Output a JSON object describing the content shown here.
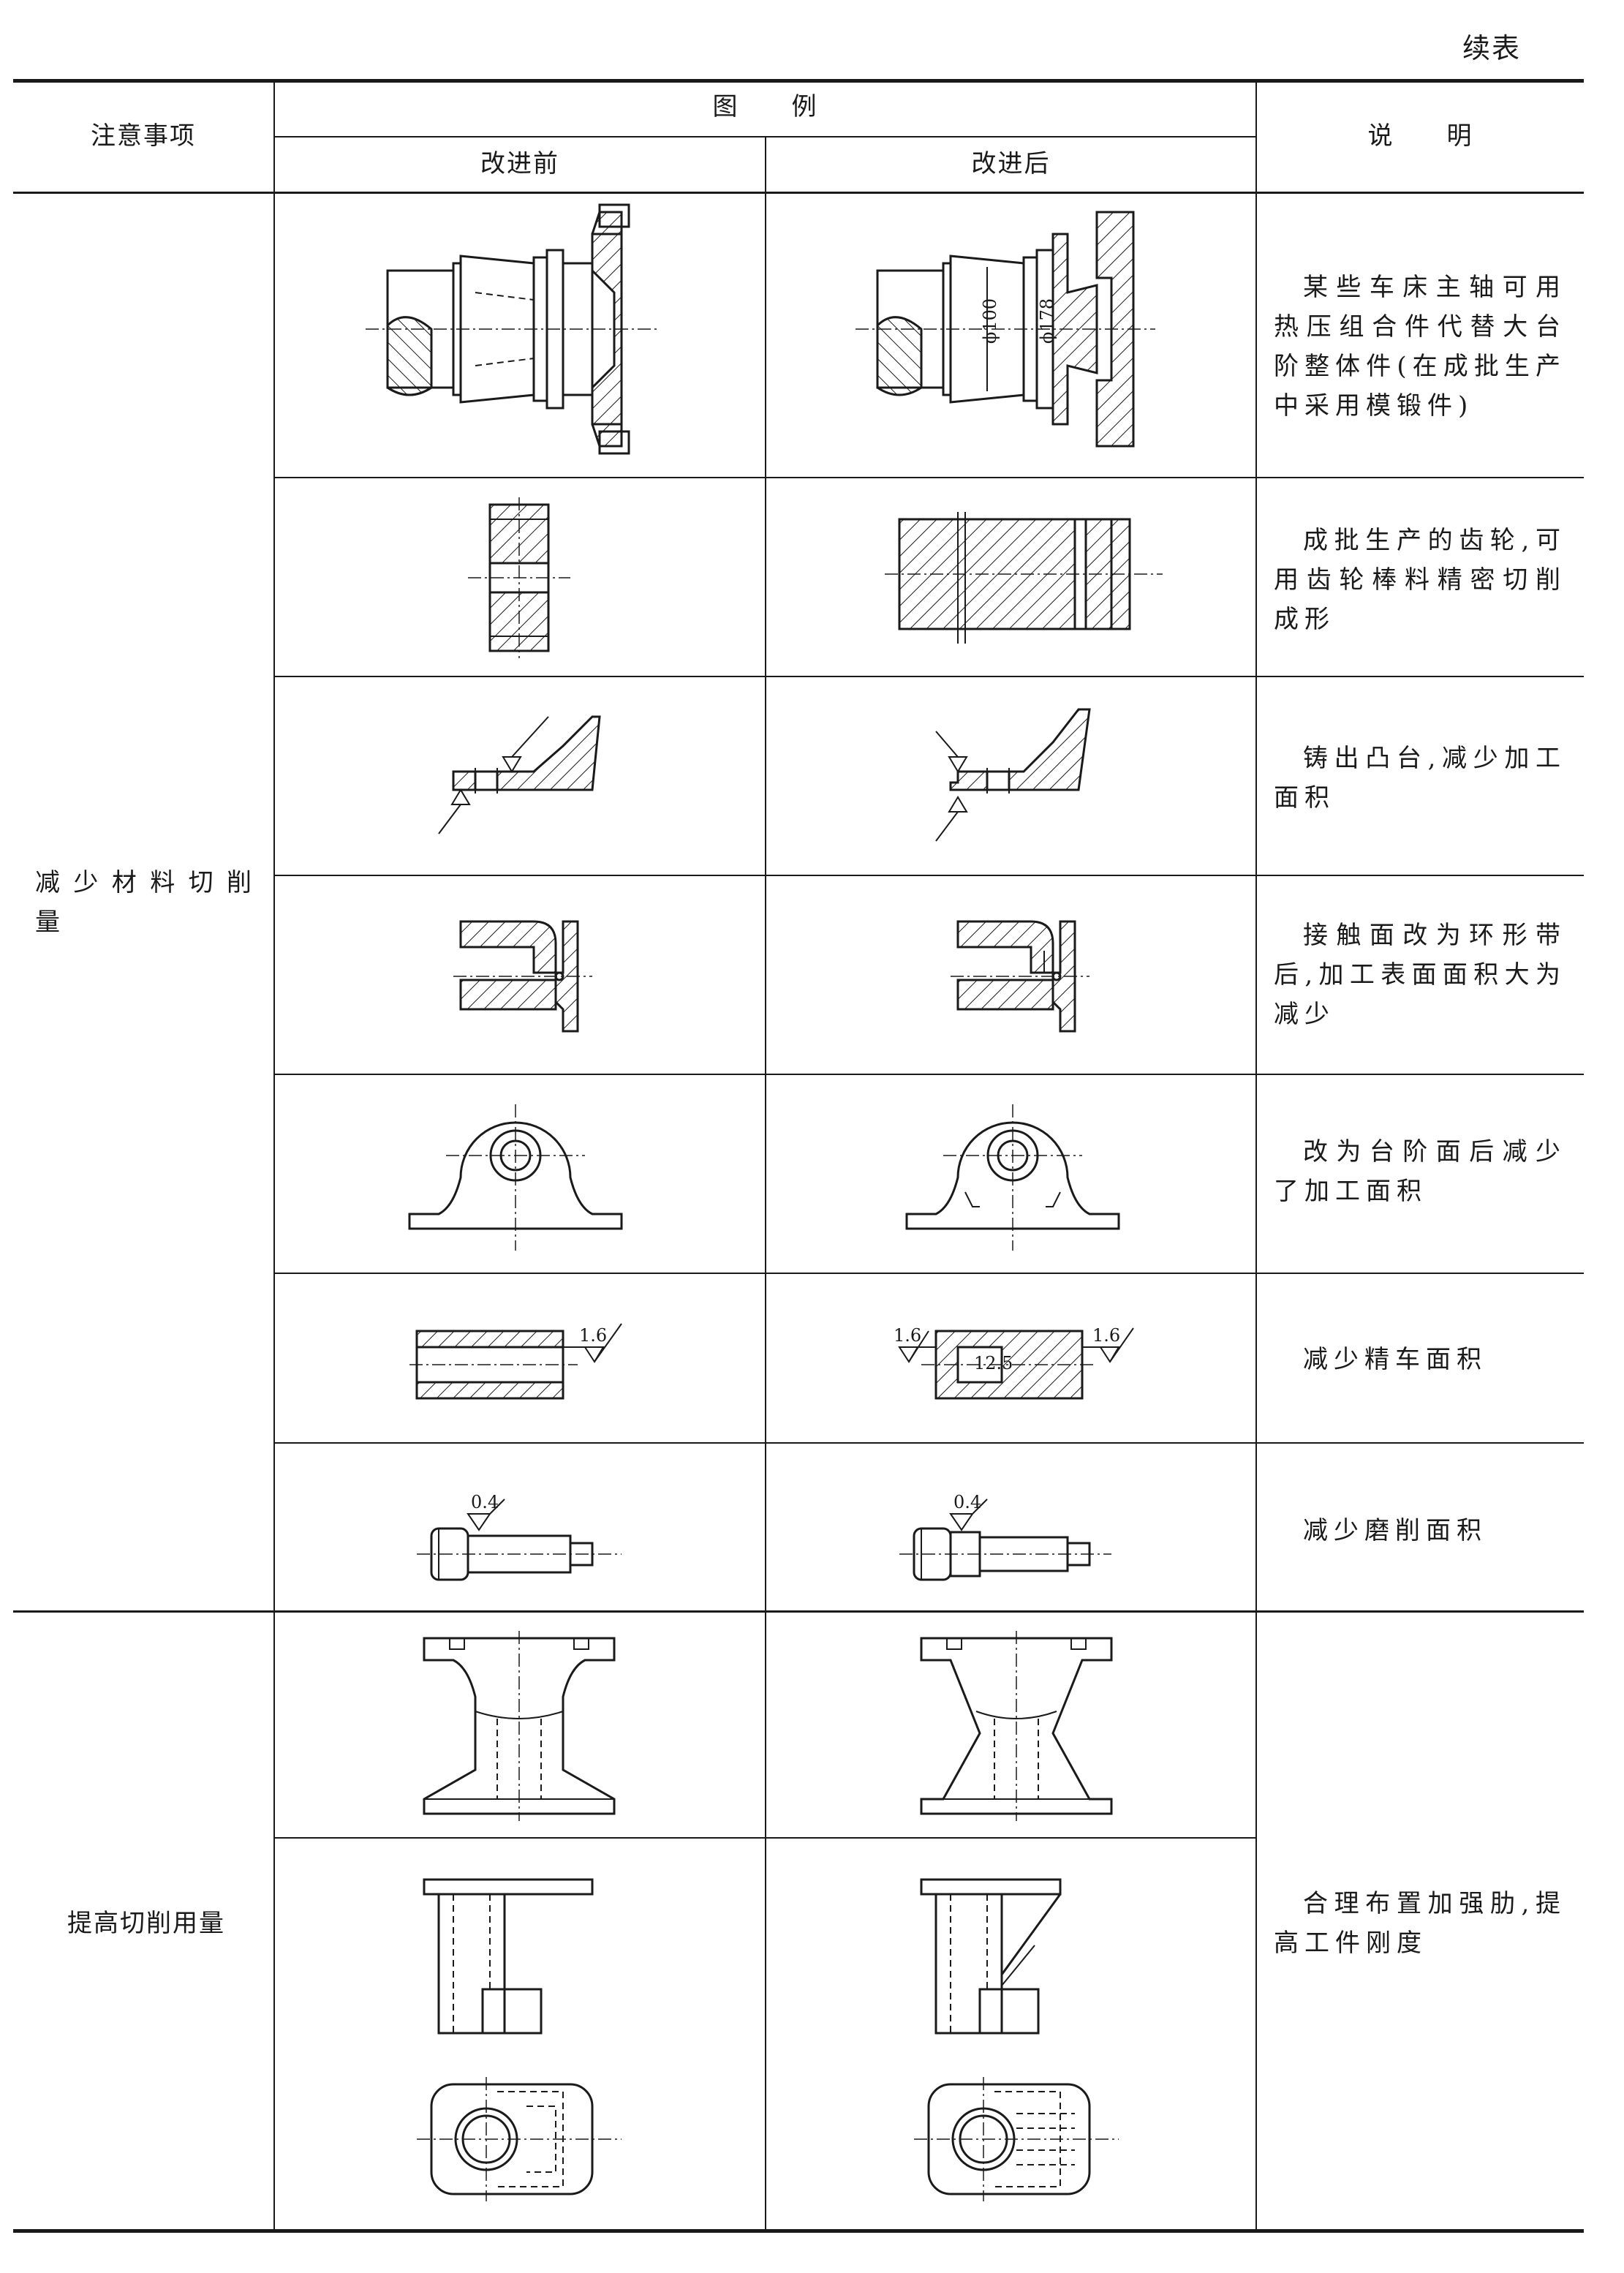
{
  "page": {
    "continued_label": "续表"
  },
  "header": {
    "col_notes": "注意事项",
    "col_figure": "图　　例",
    "col_before": "改进前",
    "col_after": "改进后",
    "col_desc": "说　　明"
  },
  "groups": [
    {
      "label": "减少材料切削量"
    },
    {
      "label": "提高切削用量"
    }
  ],
  "rows": [
    {
      "description": "某些车床主轴可用热压组合件代替大台阶整体件(在成批生产中采用模锻件)",
      "dim_after_1": "ϕ100",
      "dim_after_2": "ϕ178"
    },
    {
      "description": "成批生产的齿轮,可用齿轮棒料精密切削成形"
    },
    {
      "description": "铸出凸台,减少加工面积"
    },
    {
      "description": "接触面改为环形带后,加工表面面积大为减少"
    },
    {
      "description": "改为台阶面后减少了加工面积"
    },
    {
      "description": "减少精车面积",
      "rough_before": "1.6",
      "rough_after_left": "1.6",
      "rough_after_mid": "12.5",
      "rough_after_right": "1.6"
    },
    {
      "description": "减少磨削面积",
      "rough_before": "0.4",
      "rough_after": "0.4"
    },
    {
      "description": "合理布置加强肋,提高工件刚度"
    }
  ]
}
